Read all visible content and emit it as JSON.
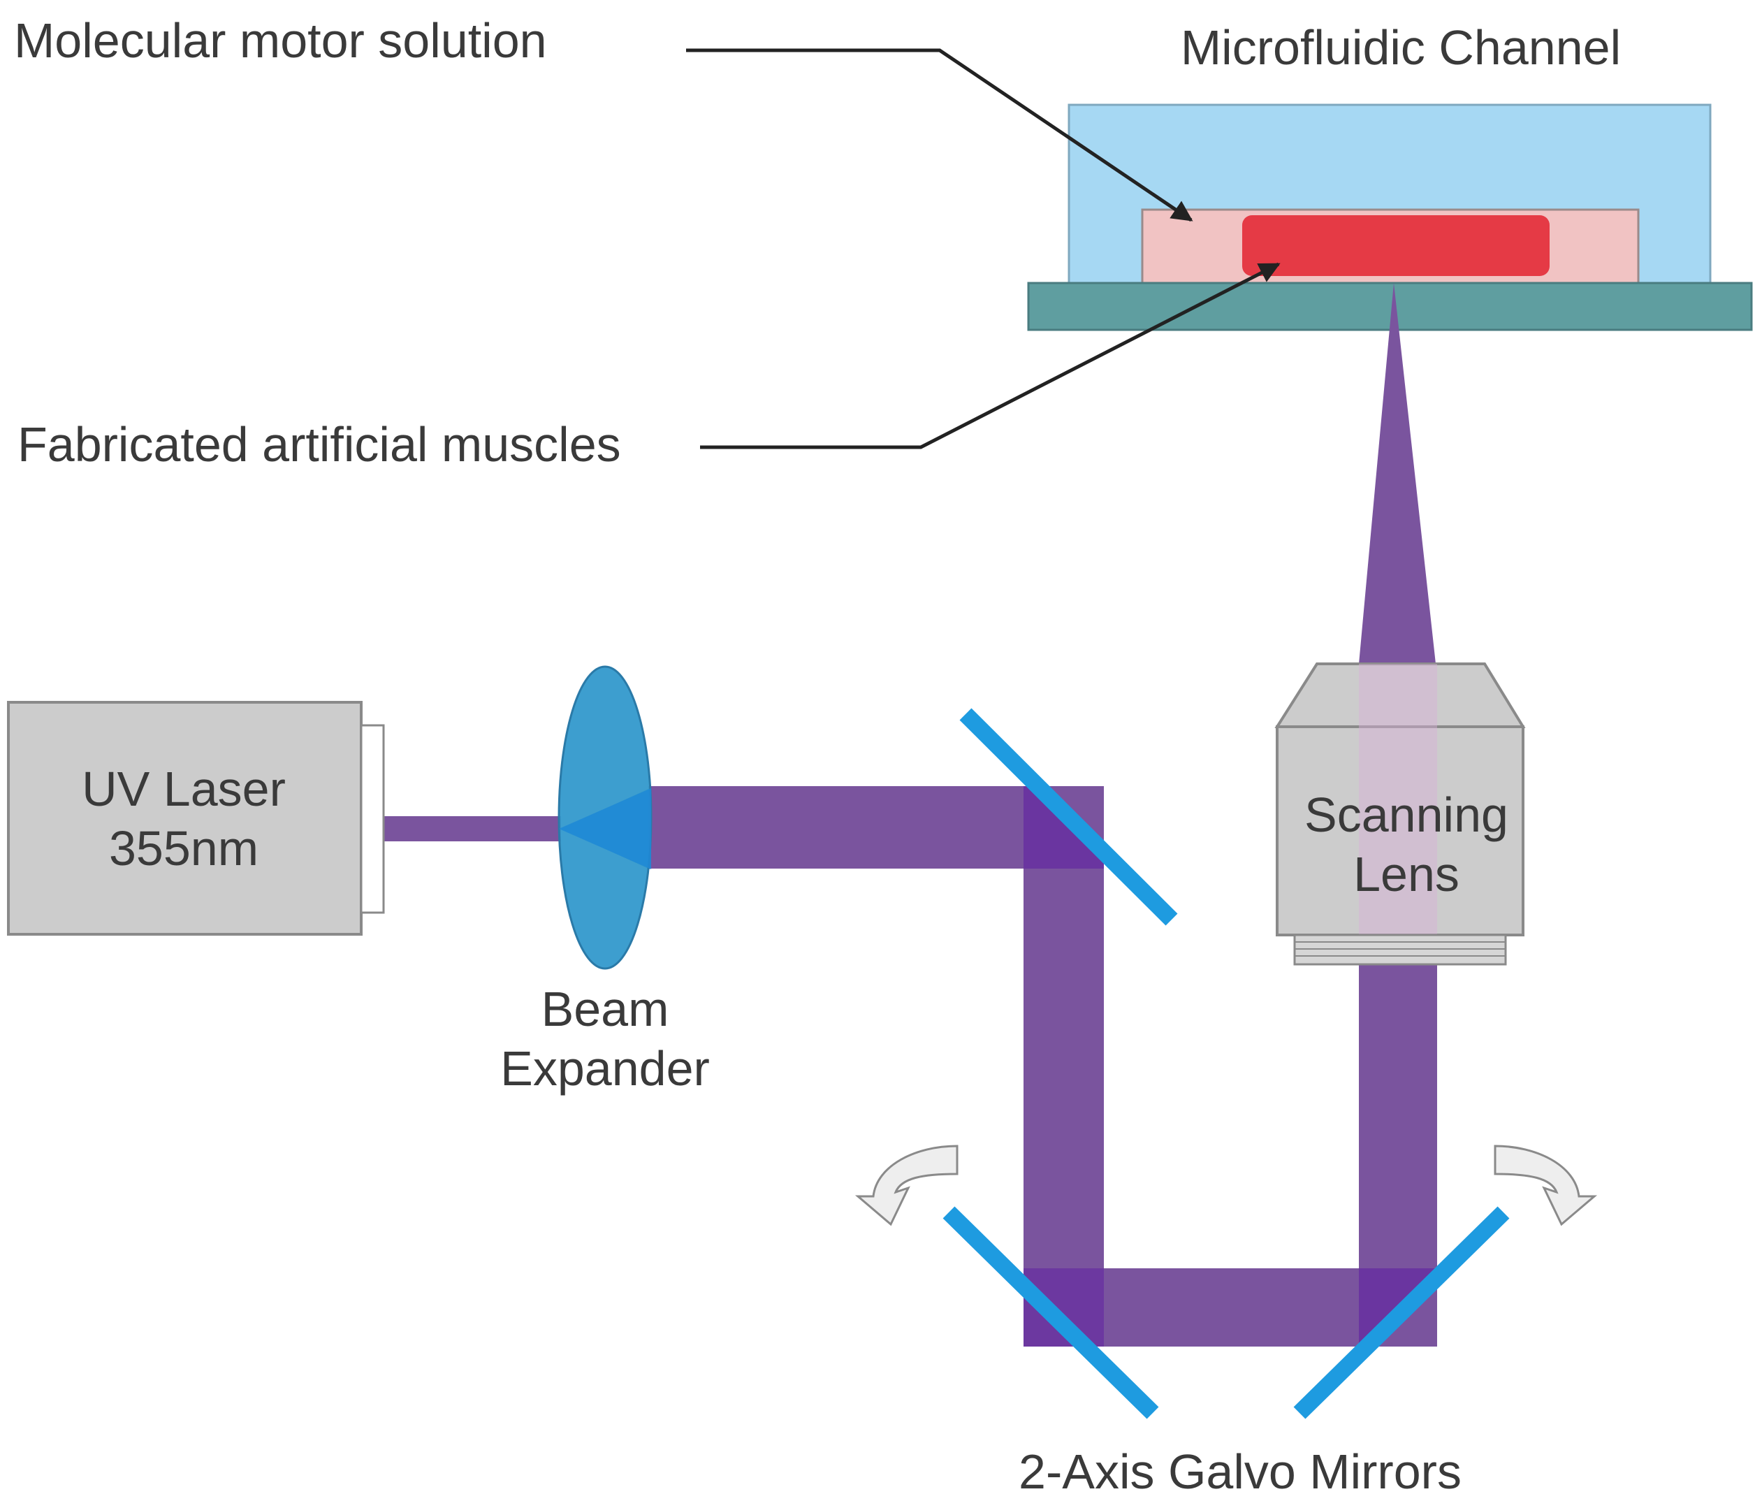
{
  "labels": {
    "molecular_motor_solution": "Molecular motor solution",
    "microfluidic_channel": "Microfluidic Channel",
    "fabricated_artificial_muscles": "Fabricated artificial muscles",
    "uv_laser_line1": "UV Laser",
    "uv_laser_line2": "355nm",
    "beam_expander_line1": "Beam",
    "beam_expander_line2": "Expander",
    "scanning_lens_line1": "Scanning",
    "scanning_lens_line2": "Lens",
    "galvo_mirrors": "2-Axis Galvo Mirrors"
  },
  "colors": {
    "beam": "#7a549e",
    "beam_overlap": "#6a35a0",
    "mirror": "#1e9be0",
    "channel": "#a6d8f3",
    "solution": "#f1c3c3",
    "muscle": "#e53a45",
    "substrate": "#5f9ea0",
    "device_gray": "#cccccc",
    "lens": "#3399cc",
    "text": "#3a3a3a"
  }
}
